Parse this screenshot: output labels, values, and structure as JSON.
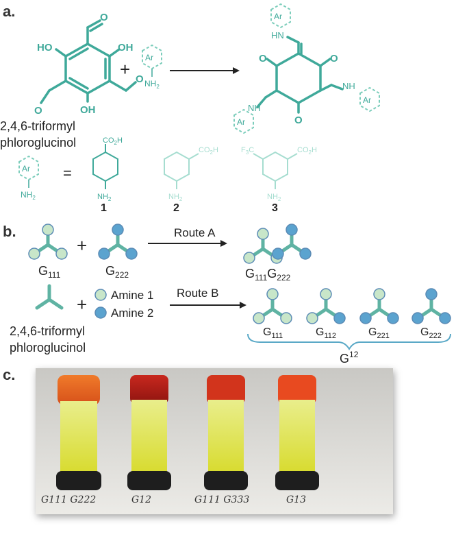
{
  "panel_a": {
    "label": "a.",
    "reactant_name_line1": "2,4,6-triformyl",
    "reactant_name_line2": "phloroglucinol",
    "plus": "+",
    "ar": "Ar",
    "nh2": "NH",
    "nh2_sub": "2",
    "hn": "HN",
    "nh": "NH",
    "ho": "HO",
    "oh": "OH",
    "o": "O",
    "equals": "=",
    "co2h": "CO",
    "co2h_sub": "2",
    "co2h_tail": "H",
    "cf3": "F",
    "cf3_pre": "F",
    "cf3_sub": "3",
    "cf3_c": "C",
    "amines": [
      {
        "number": "1"
      },
      {
        "number": "2"
      },
      {
        "number": "3"
      }
    ],
    "colors": {
      "teal": "#3fa99a",
      "teal_light": "#7ccdbb",
      "teal_pale": "#a6ddd0"
    }
  },
  "panel_b": {
    "label": "b.",
    "plus": "+",
    "route_a": "Route A",
    "route_b": "Route B",
    "g111": "G",
    "g111_sub": "111",
    "g222": "G",
    "g222_sub": "222",
    "mix_a": "G",
    "mix_a_sub1": "111",
    "mix_a_mid": "G",
    "mix_a_sub2": "222",
    "amine1": "Amine 1",
    "amine2": "Amine 2",
    "reactant_name_line1": "2,4,6-triformyl",
    "reactant_name_line2": "phloroglucinol",
    "products": [
      {
        "g": "G",
        "sub": "111"
      },
      {
        "g": "G",
        "sub": "112"
      },
      {
        "g": "G",
        "sub": "221"
      },
      {
        "g": "G",
        "sub": "222"
      }
    ],
    "combined": "G",
    "combined_sup": "12",
    "colors": {
      "light": "#c8e6c9",
      "dark": "#5ba3cf",
      "stroke": "#5b8bb5",
      "arm": "#5fb3a3"
    }
  },
  "panel_c": {
    "label": "c.",
    "vial_captions": [
      "G111 G222",
      "G12",
      "G111 G333",
      "G13"
    ]
  }
}
